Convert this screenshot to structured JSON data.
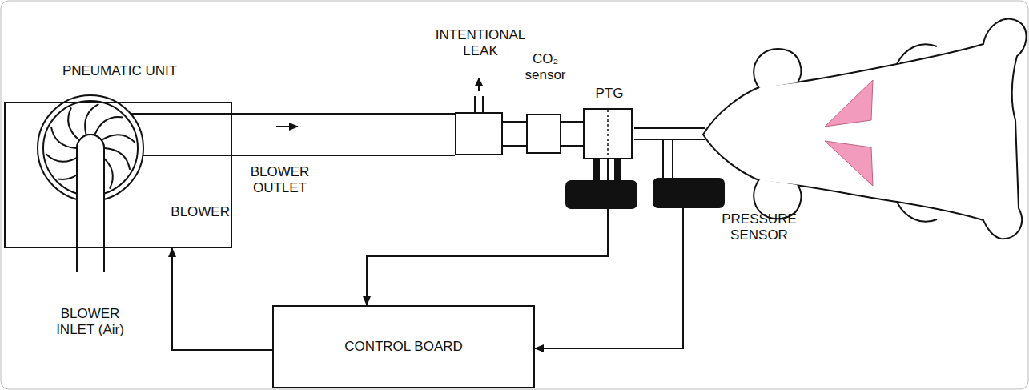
{
  "diagram": {
    "nodes": [
      {
        "text": [
          "PNEUMATIC UNIT",
          "BLOWER"
        ]
      },
      {
        "text": [
          "INTENTIONAL LEAK"
        ]
      },
      {
        "text": [
          "CO₂ sensor"
        ]
      },
      {
        "text": [
          "PTG"
        ]
      },
      {
        "text": [
          "PRESSURE SENSOR"
        ]
      },
      {
        "text": [
          "CONTROL BOARD"
        ]
      }
    ],
    "edges": [
      {
        "from": 0,
        "to": 1,
        "arrow": "none"
      },
      {
        "from": 1,
        "to": 2,
        "arrow": "none"
      },
      {
        "from": 2,
        "to": 3,
        "arrow": "none"
      },
      {
        "from": 3,
        "to": 5,
        "arrow": "to"
      },
      {
        "from": 4,
        "to": 5,
        "arrow": "to"
      },
      {
        "from": 5,
        "to": 0,
        "arrow": "to"
      }
    ],
    "labels": [
      "BLOWER OUTLET",
      "BLOWER INLET (Air)"
    ]
  }
}
